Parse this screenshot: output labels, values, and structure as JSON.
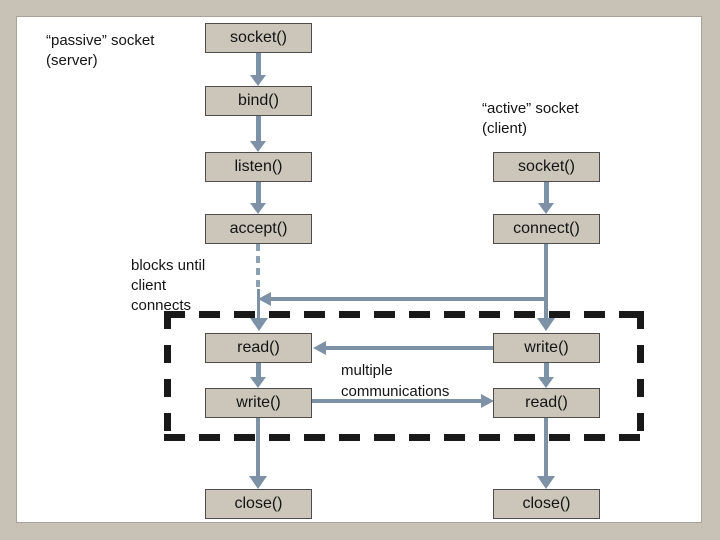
{
  "server": {
    "label": [
      "“passive” socket",
      "(server)"
    ],
    "boxes": [
      "socket()",
      "bind()",
      "listen()",
      "accept()",
      "read()",
      "write()",
      "close()"
    ]
  },
  "client": {
    "label": [
      "“active” socket",
      "(client)"
    ],
    "boxes": [
      "socket()",
      "connect()",
      "write()",
      "read()",
      "close()"
    ]
  },
  "annotations": {
    "blocks": [
      "blocks until",
      "client",
      "connects"
    ],
    "multiple": [
      "multiple",
      "communications"
    ]
  },
  "colors": {
    "frame": "#C8C2B6",
    "slide": "#FFFFFF",
    "box_fill": "#CBC5BA",
    "box_border": "#4D4D4D",
    "arrow": "#7D92A7",
    "dashed_arrow": "#8CA0B4",
    "dashed_loop_box": "#191919"
  }
}
